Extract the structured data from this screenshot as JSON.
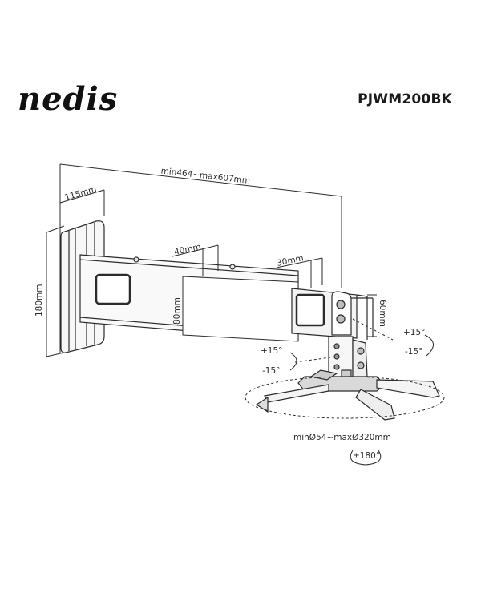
{
  "header": {
    "brand": "nedis",
    "model": "PJWM200BK"
  },
  "dimensions": {
    "total_length": "min464~max607mm",
    "plate_depth": "115mm",
    "plate_height": "180mm",
    "arm_offset": "40mm",
    "arm_height": "80mm",
    "inner_offset": "30mm",
    "bracket_height": "60mm",
    "tilt_right_plus": "+15°",
    "tilt_right_minus": "-15°",
    "tilt_left_plus": "+15°",
    "tilt_left_minus": "-15°",
    "mount_diameter": "minØ54~maxØ320mm",
    "rotation": "±180°"
  },
  "colors": {
    "line": "#2b2b2b",
    "fill_light": "#f4f4f4",
    "fill_mid": "#d9d9d9",
    "fill_dark": "#9a9a9a"
  }
}
